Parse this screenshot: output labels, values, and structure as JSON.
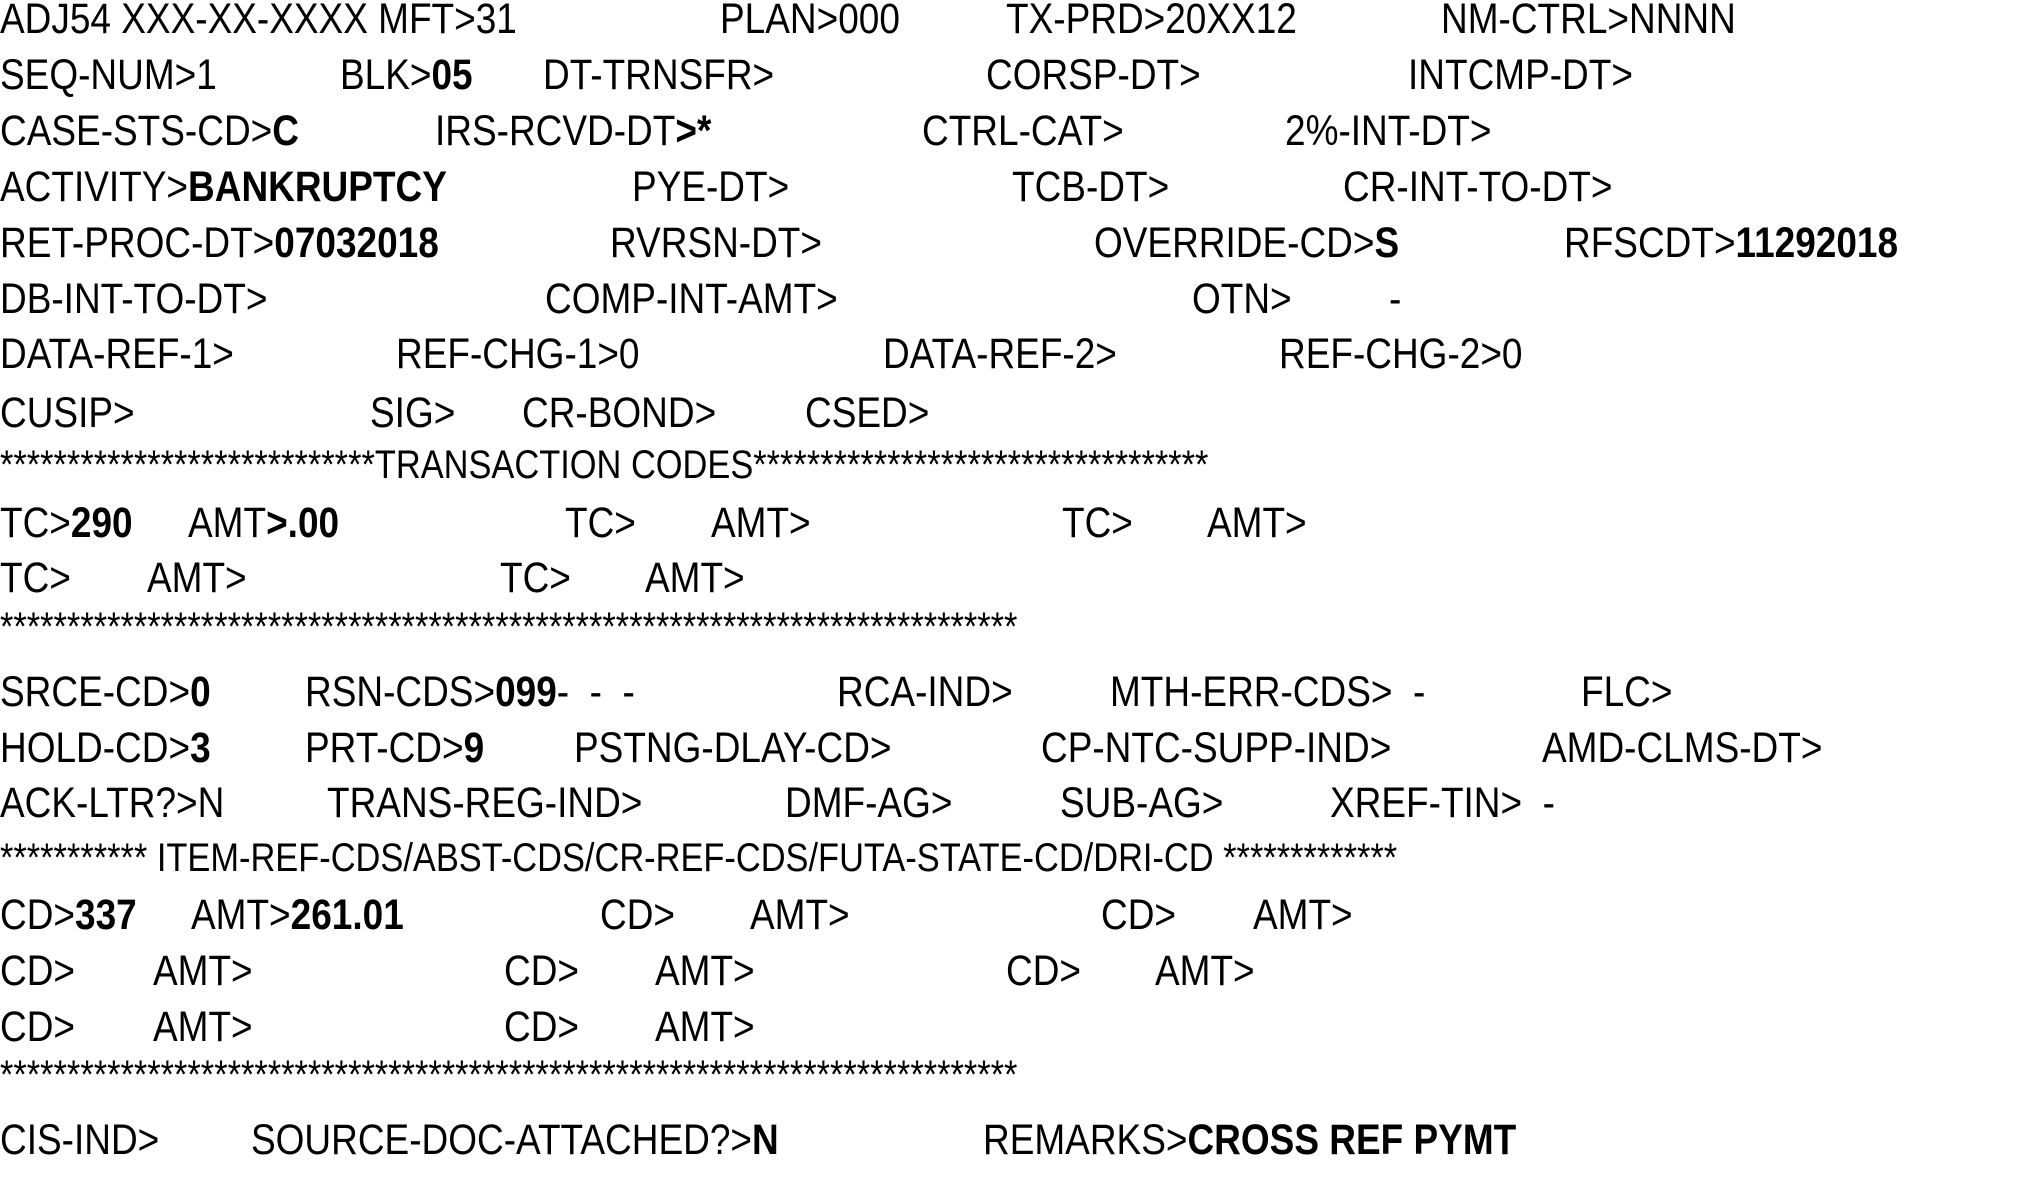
{
  "screen": {
    "text_color": "#000000",
    "background_color": "#ffffff",
    "lines": [
      {
        "fields": [
          {
            "label": "ADJ54 XXX-XX-XXXX MFT>31"
          },
          {
            "label": "PLAN>000"
          },
          {
            "label": "TX-PRD>20XX12"
          },
          {
            "label": "NM-CTRL>NNNN"
          }
        ]
      },
      {
        "fields": [
          {
            "label": "SEQ-NUM>1"
          },
          {
            "label": "BLK>",
            "value": "05"
          },
          {
            "label": "DT-TRNSFR>"
          },
          {
            "label": "CORSP-DT>"
          },
          {
            "label": "INTCMP-DT>"
          }
        ]
      },
      {
        "fields": [
          {
            "label": "CASE-STS-CD>",
            "value": "C"
          },
          {
            "label": "IRS-RCVD-DT",
            "value": ">*"
          },
          {
            "label": "CTRL-CAT>"
          },
          {
            "label": "2%-INT-DT>"
          }
        ]
      },
      {
        "fields": [
          {
            "label": "ACTIVITY>",
            "value": "BANKRUPTCY"
          },
          {
            "label": "PYE-DT>"
          },
          {
            "label": "TCB-DT>"
          },
          {
            "label": "CR-INT-TO-DT>"
          }
        ]
      },
      {
        "fields": [
          {
            "label": "RET-PROC-DT>",
            "value": "07032018"
          },
          {
            "label": "RVRSN-DT>"
          },
          {
            "label": "OVERRIDE-CD>",
            "value": "S"
          },
          {
            "label": "RFSCDT>",
            "value": "11292018"
          }
        ]
      },
      {
        "fields": [
          {
            "label": "DB-INT-TO-DT>"
          },
          {
            "label": "COMP-INT-AMT>"
          },
          {
            "label": "OTN>"
          },
          {
            "label": "-"
          }
        ]
      },
      {
        "fields": [
          {
            "label": "DATA-REF-1>"
          },
          {
            "label": "REF-CHG-1>0"
          },
          {
            "label": "DATA-REF-2>"
          },
          {
            "label": "REF-CHG-2>0"
          }
        ]
      },
      {
        "fields": [
          {
            "label": "CUSIP>"
          },
          {
            "label": "SIG>"
          },
          {
            "label": "CR-BOND>"
          },
          {
            "label": "CSED>"
          }
        ]
      },
      {
        "separator": "****************************TRANSACTION CODES**********************************"
      },
      {
        "fields": [
          {
            "label": "TC>",
            "value": "290"
          },
          {
            "label": "AMT",
            "value": ">.00"
          },
          {
            "label": "TC>"
          },
          {
            "label": "AMT>"
          },
          {
            "label": "TC>"
          },
          {
            "label": "AMT>"
          }
        ]
      },
      {
        "fields": [
          {
            "label": "TC>"
          },
          {
            "label": "AMT>"
          },
          {
            "label": "TC>"
          },
          {
            "label": "AMT>"
          }
        ]
      },
      {
        "separator": "****************************************************************************"
      },
      {
        "fields": [
          {
            "label": "SRCE-CD>",
            "value": "0"
          },
          {
            "label": "RSN-CDS>",
            "value": "099",
            "suffix": "-  -  -"
          },
          {
            "label": "RCA-IND>"
          },
          {
            "label": "MTH-ERR-CDS>  -"
          },
          {
            "label": "FLC>"
          }
        ]
      },
      {
        "fields": [
          {
            "label": "HOLD-CD>",
            "value": "3"
          },
          {
            "label": "PRT-CD>",
            "value": "9"
          },
          {
            "label": "PSTNG-DLAY-CD>"
          },
          {
            "label": "CP-NTC-SUPP-IND>"
          },
          {
            "label": "AMD-CLMS-DT>"
          }
        ]
      },
      {
        "fields": [
          {
            "label": "ACK-LTR?>N"
          },
          {
            "label": "TRANS-REG-IND>"
          },
          {
            "label": "DMF-AG>"
          },
          {
            "label": "SUB-AG>"
          },
          {
            "label": "XREF-TIN>  -"
          }
        ]
      },
      {
        "separator": "*********** ITEM-REF-CDS/ABST-CDS/CR-REF-CDS/FUTA-STATE-CD/DRI-CD *************"
      },
      {
        "fields": [
          {
            "label": "CD>",
            "value": "337"
          },
          {
            "label": "AMT>",
            "value": "261.01"
          },
          {
            "label": "CD>"
          },
          {
            "label": "AMT>"
          },
          {
            "label": "CD>"
          },
          {
            "label": "AMT>"
          }
        ]
      },
      {
        "fields": [
          {
            "label": "CD>"
          },
          {
            "label": "AMT>"
          },
          {
            "label": "CD>"
          },
          {
            "label": "AMT>"
          },
          {
            "label": "CD>"
          },
          {
            "label": "AMT>"
          }
        ]
      },
      {
        "fields": [
          {
            "label": "CD>"
          },
          {
            "label": "AMT>"
          },
          {
            "label": "CD>"
          },
          {
            "label": "AMT>"
          }
        ]
      },
      {
        "separator": "****************************************************************************"
      },
      {
        "fields": [
          {
            "label": "CIS-IND>"
          },
          {
            "label": "SOURCE-DOC-ATTACHED?>",
            "value": "N"
          },
          {
            "label": "REMARKS>",
            "value": "CROSS REF PYMT"
          }
        ]
      }
    ]
  }
}
